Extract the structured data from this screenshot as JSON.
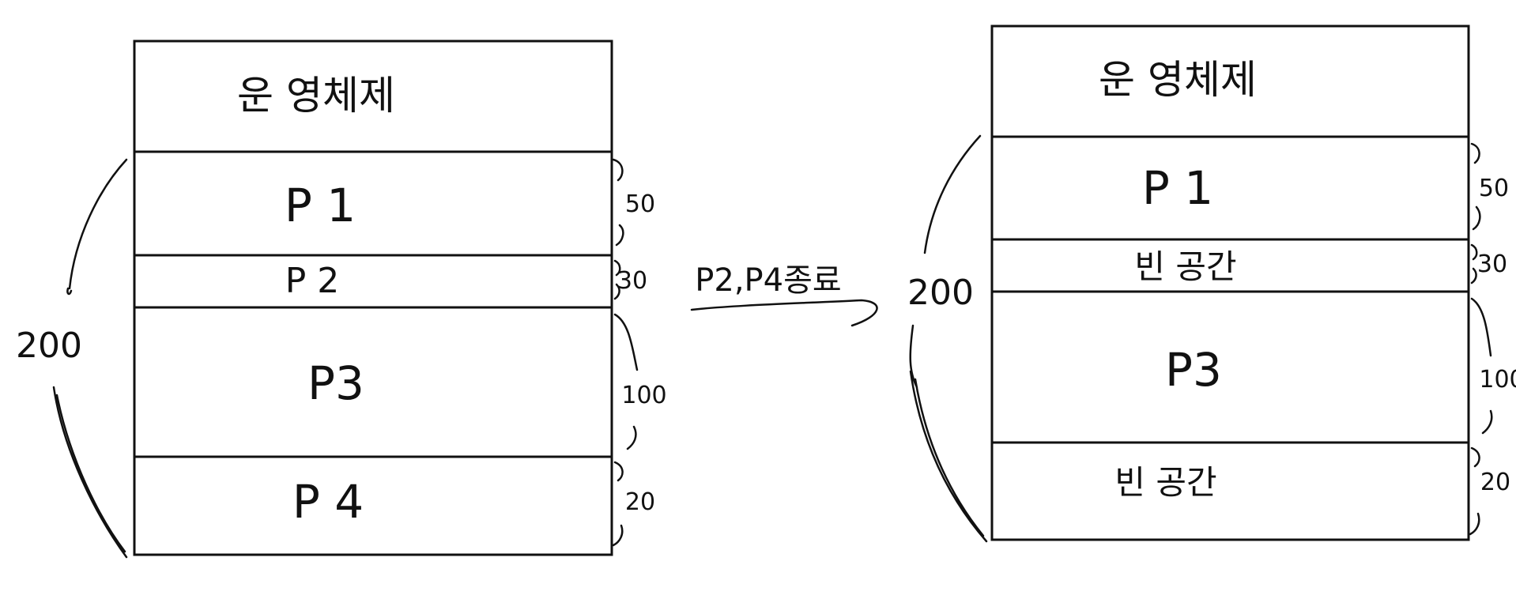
{
  "before": {
    "total": "200",
    "segments": [
      {
        "label": "운 영체제",
        "size": ""
      },
      {
        "label": "P 1",
        "size": "50"
      },
      {
        "label": "P 2",
        "size": "30"
      },
      {
        "label": "P3",
        "size": "100"
      },
      {
        "label": "P 4",
        "size": "20"
      }
    ]
  },
  "transition": {
    "label": "P2,P4종료"
  },
  "after": {
    "total": "200",
    "segments": [
      {
        "label": "운 영체제",
        "size": ""
      },
      {
        "label": "P 1",
        "size": "50"
      },
      {
        "label": "빈 공간",
        "size": "30"
      },
      {
        "label": "P3",
        "size": "100"
      },
      {
        "label": "빈 공간",
        "size": "20"
      }
    ]
  }
}
